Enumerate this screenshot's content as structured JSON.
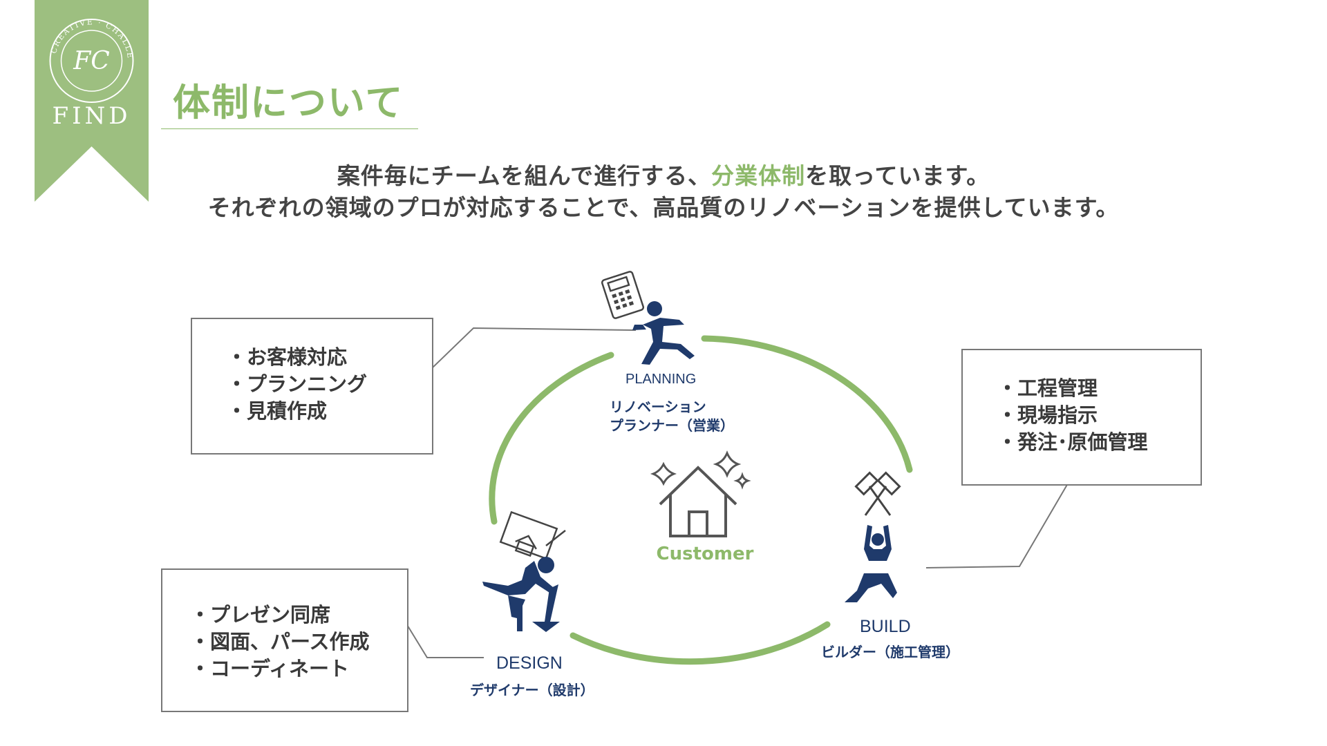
{
  "brand": {
    "name": "FIND",
    "seal_text": "CREATIVE CHALLENGE",
    "monogram": "FC"
  },
  "title": "体制について",
  "intro": {
    "line1_before": "案件毎にチームを組んで進行する、",
    "line1_highlight": "分業体制",
    "line1_after": "を取っています。",
    "line2": "それぞれの領域のプロが対応することで、高品質のリノベーションを提供しています。"
  },
  "center_label": "Customer",
  "roles": {
    "planning": {
      "en": "PLANNING",
      "ja_line1": "リノベーション",
      "ja_line2": "プランナー（営業）"
    },
    "build": {
      "en": "BUILD",
      "ja": "ビルダー（施工管理）"
    },
    "design": {
      "en": "DESIGN",
      "ja": "デザイナー（設計）"
    }
  },
  "boxes": {
    "planning": [
      "・お客様対応",
      "・プランニング",
      "・見積作成"
    ],
    "build": [
      "・工程管理",
      "・現場指示",
      "・発注･原価管理"
    ],
    "design": [
      "・プレゼン同席",
      "・図面、パース作成",
      "・コーディネート"
    ]
  },
  "colors": {
    "accent": "#8db96a",
    "navy": "#1f3a6b",
    "text": "#3a3a3a"
  },
  "icons": [
    "calculator-icon",
    "running-person-icon",
    "hammer-wrench-icon",
    "builder-person-icon",
    "blueprint-icon",
    "designer-person-icon",
    "house-icon",
    "sparkle-icon"
  ]
}
